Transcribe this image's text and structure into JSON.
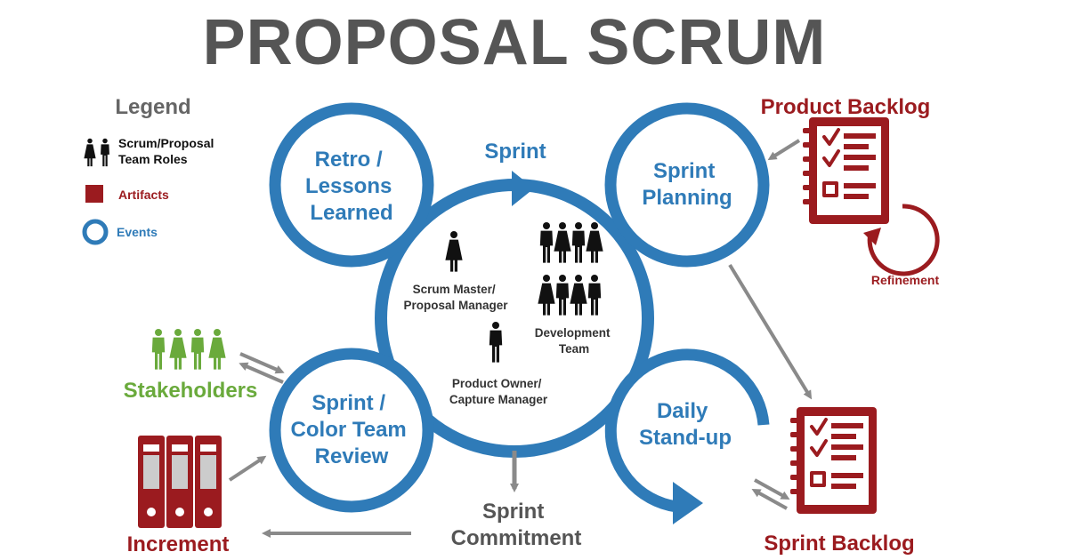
{
  "title": "PROPOSAL SCRUM",
  "legend": {
    "heading": "Legend",
    "roles_line1": "Scrum/Proposal",
    "roles_line2": "Team Roles",
    "artifacts": "Artifacts",
    "events": "Events"
  },
  "sprint_label": "Sprint",
  "events": {
    "retro": [
      "Retro /",
      "Lessons",
      "Learned"
    ],
    "planning": [
      "Sprint",
      "Planning"
    ],
    "standup": [
      "Daily",
      "Stand-up"
    ],
    "review": [
      "Sprint /",
      "Color Team",
      "Review"
    ]
  },
  "roles": {
    "scrum_master": [
      "Scrum Master/",
      "Proposal Manager"
    ],
    "dev_team": [
      "Development",
      "Team"
    ],
    "product_owner": [
      "Product Owner/",
      "Capture Manager"
    ]
  },
  "artifacts": {
    "product_backlog": "Product Backlog",
    "sprint_backlog": "Sprint Backlog",
    "increment": "Increment",
    "refinement": "Refinement"
  },
  "stakeholders": "Stakeholders",
  "sprint_commitment": [
    "Sprint",
    "Commitment"
  ],
  "colors": {
    "event_blue": "#2f7bb8",
    "artifact_red": "#9b1b1f",
    "stakeholder_green": "#6aaa3c",
    "arrow_gray": "#8a8a8a",
    "title_gray": "#555555"
  }
}
